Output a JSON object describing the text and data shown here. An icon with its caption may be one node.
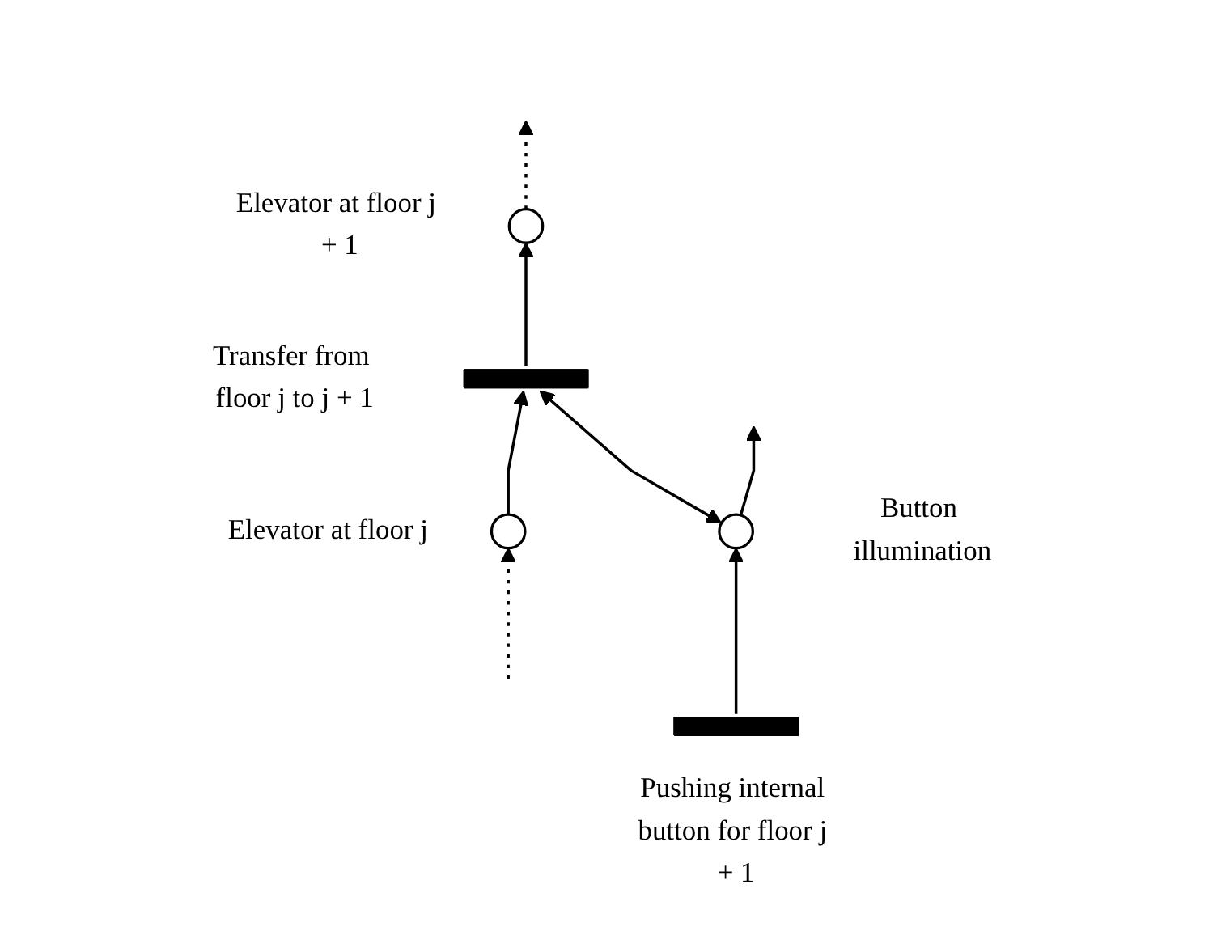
{
  "diagram": {
    "nodes": [
      {
        "text": [],
        "shape": "circle",
        "beside": [
          "Elevator at floor j + 1"
        ]
      },
      {
        "text": [],
        "shape": "bar",
        "beside": [
          "Transfer from floor j to j + 1"
        ]
      },
      {
        "text": [],
        "shape": "circle",
        "beside": [
          "Elevator at floor j"
        ]
      },
      {
        "text": [],
        "shape": "circle",
        "beside": [
          "Button illumination"
        ]
      },
      {
        "text": [],
        "shape": "bar",
        "beside": [
          "Pushing internal button for floor j + 1"
        ]
      }
    ],
    "edges": [
      {
        "from": null,
        "to": 2,
        "arrow": "to",
        "style": "dashed"
      },
      {
        "from": 2,
        "to": 1,
        "arrow": "to"
      },
      {
        "from": 1,
        "to": 0,
        "arrow": "to"
      },
      {
        "from": 0,
        "to": null,
        "arrow": "to",
        "style": "dashed"
      },
      {
        "from": 4,
        "to": 3,
        "arrow": "to"
      },
      {
        "from": 3,
        "to": 1,
        "arrow": "both"
      },
      {
        "from": 3,
        "to": null,
        "arrow": "to"
      }
    ]
  }
}
